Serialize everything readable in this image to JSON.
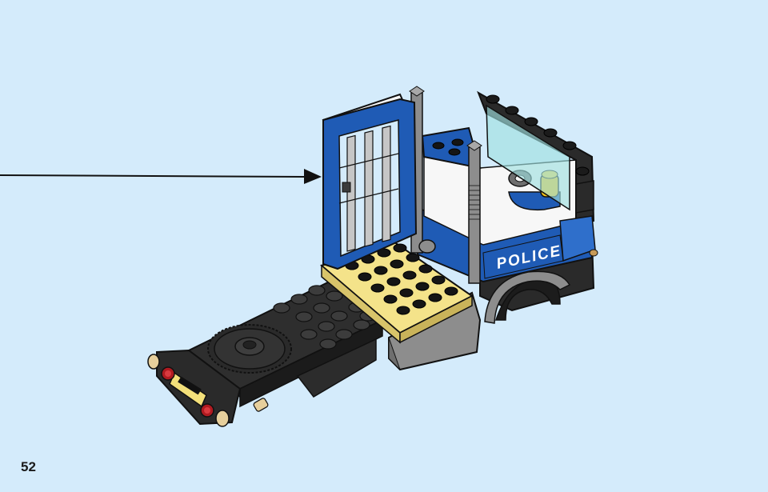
{
  "page": {
    "number": "52",
    "background_color": "#d4ebfb"
  },
  "illustration": {
    "subject": "lego-police-truck-build-step",
    "decal_text": "POLICE",
    "colors": {
      "blue": "#1f5bb5",
      "light_blue": "#3a86d6",
      "black": "#2a2a2a",
      "dark_gray": "#3b3b3b",
      "gray": "#8d8d8d",
      "yellow": "#f4e38a",
      "white": "#f7f7f7",
      "tan": "#e6cf9c",
      "red": "#b01a20"
    }
  }
}
